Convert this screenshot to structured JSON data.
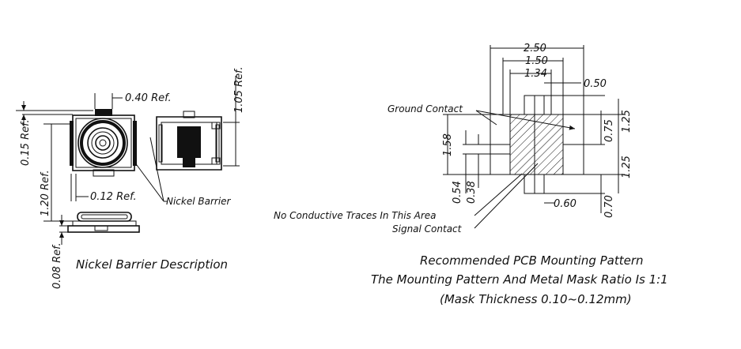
{
  "left_figure": {
    "dims": {
      "d040": "0.40 Ref.",
      "d015": "0.15 Ref.",
      "d120": "1.20 Ref.",
      "d012": "0.12 Ref.",
      "d105": "1.05 Ref.",
      "d008": "0.08 Ref."
    },
    "labels": {
      "nickel_barrier": "Nickel Barrier"
    },
    "caption": "Nickel Barrier Description"
  },
  "right_figure": {
    "dims": {
      "d250": "2.50",
      "d150": "1.50",
      "d134": "1.34",
      "d050": "0.50",
      "d158": "1.58",
      "d054": "0.54",
      "d038": "0.38",
      "d075": "0.75",
      "d125a": "1.25",
      "d125b": "1.25",
      "d070": "0.70",
      "d060": "0.60"
    },
    "labels": {
      "ground_contact": "Ground Contact",
      "no_traces": "No Conductive Traces In This Area",
      "signal_contact": "Signal Contact"
    },
    "captions": {
      "line1": "Recommended PCB Mounting Pattern",
      "line2": "The Mounting Pattern And Metal Mask Ratio Is 1:1",
      "line3": "(Mask Thickness 0.10~0.12mm)"
    }
  }
}
